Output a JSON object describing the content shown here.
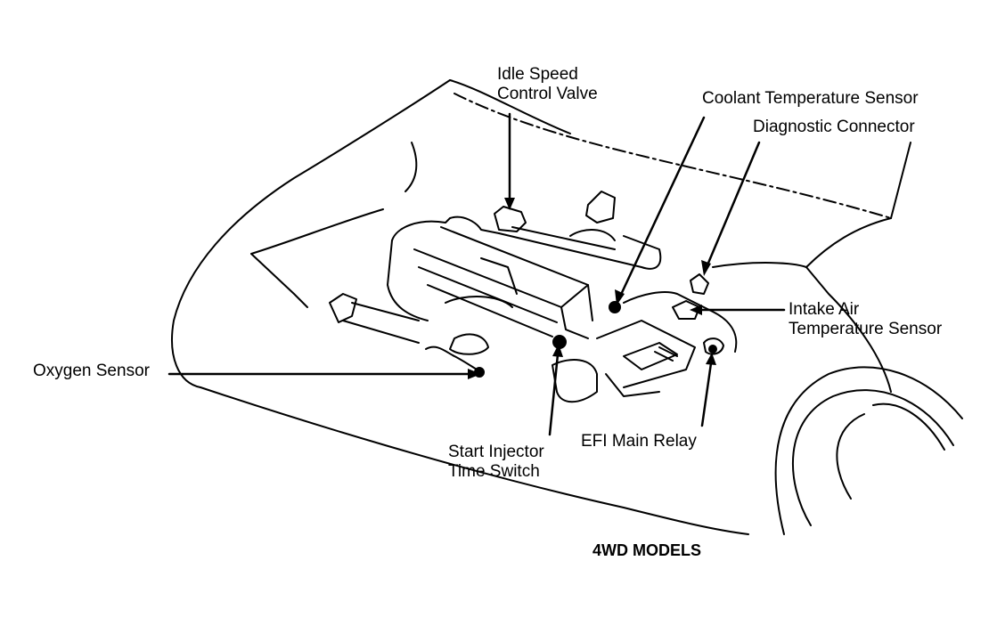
{
  "labels": {
    "idle_speed_control_valve": [
      "Idle Speed",
      "Control Valve"
    ],
    "coolant_temperature_sensor": "Coolant Temperature Sensor",
    "diagnostic_connector": "Diagnostic Connector",
    "intake_air_temperature_sensor": [
      "Intake Air",
      "Temperature Sensor"
    ],
    "oxygen_sensor": "Oxygen Sensor",
    "start_injector_time_switch": [
      "Start Injector",
      "Time Switch"
    ],
    "efi_main_relay": "EFI Main Relay",
    "model_caption": "4WD MODELS"
  },
  "colors": {
    "ink": "#000000",
    "paper": "#ffffff"
  }
}
